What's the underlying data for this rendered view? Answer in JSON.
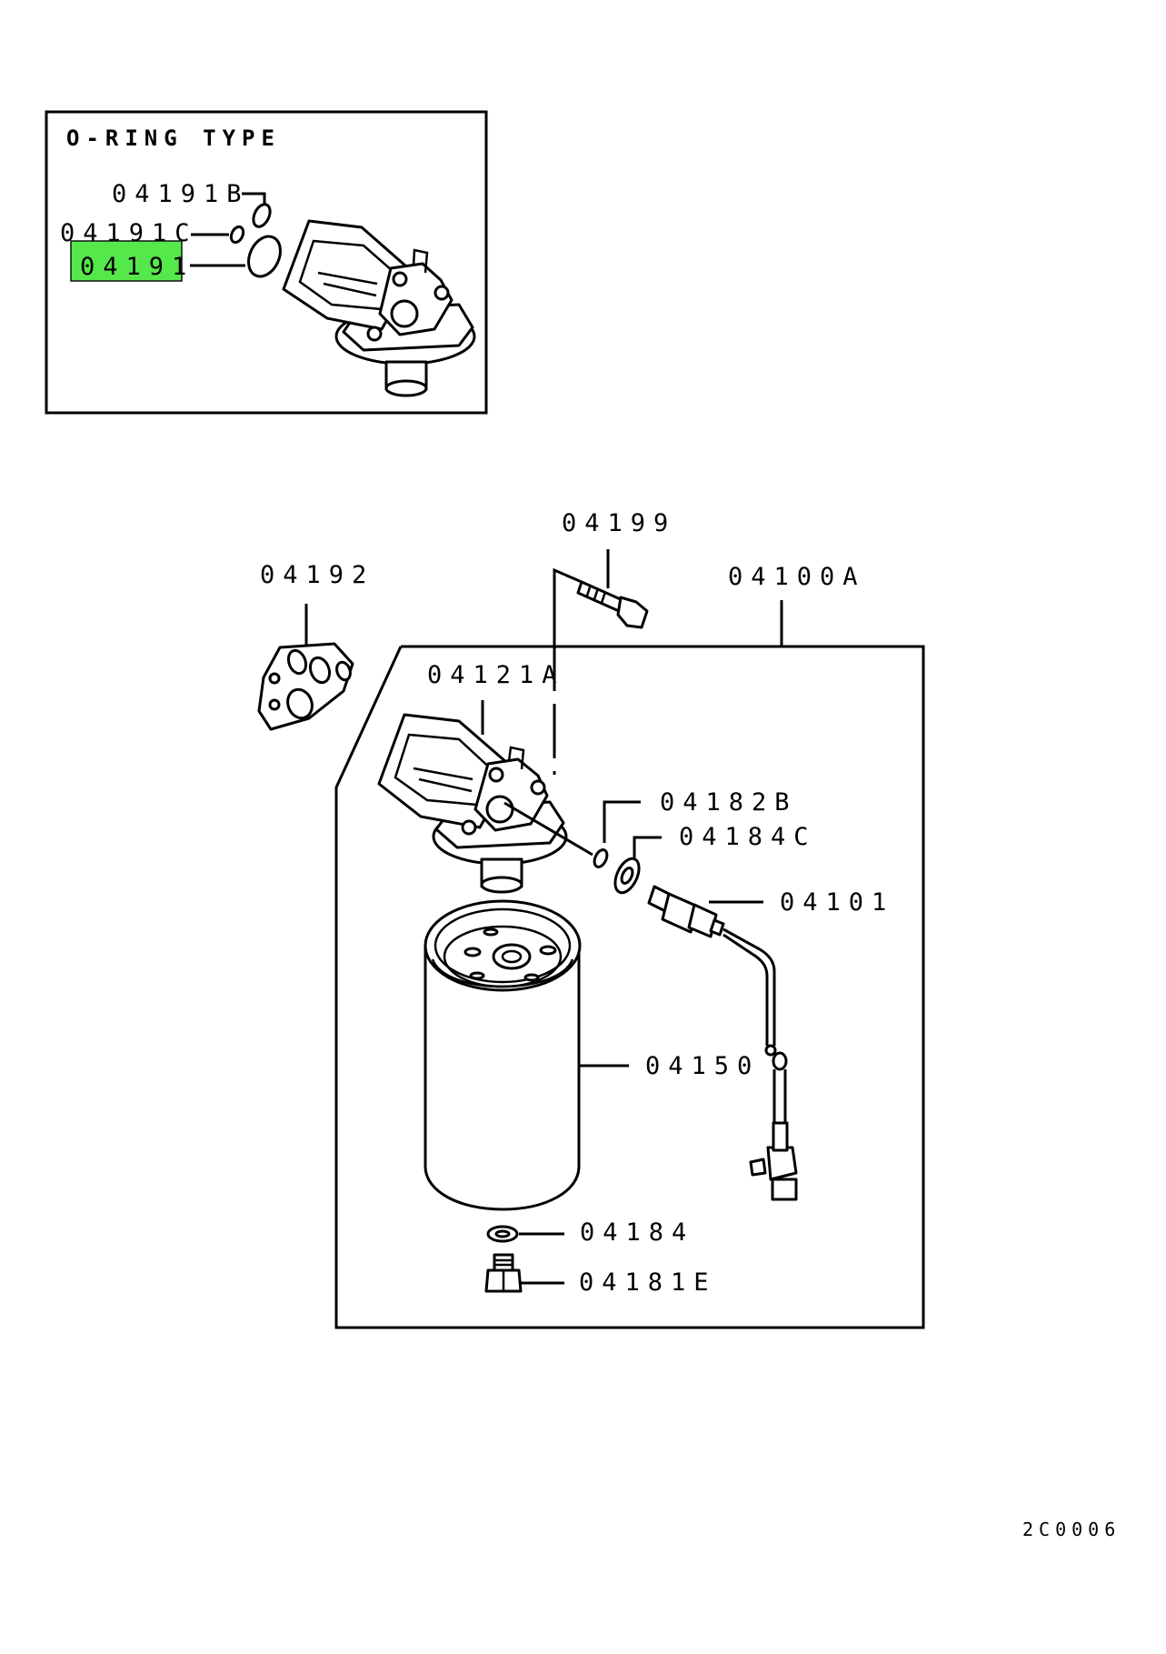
{
  "inset": {
    "title": "O-RING TYPE",
    "labels": {
      "p04191B": "04191B",
      "p04191C": "04191C",
      "p04191": "04191"
    },
    "highlight_color": "#55e84a"
  },
  "main": {
    "labels": {
      "p04192": "04192",
      "p04199": "04199",
      "p04100A": "04100A",
      "p04121A": "04121A",
      "p04182B": "04182B",
      "p04184C": "04184C",
      "p04101": "04101",
      "p04150": "04150",
      "p04184": "04184",
      "p04181E": "04181E"
    }
  },
  "footer": {
    "code": "2C0006"
  }
}
